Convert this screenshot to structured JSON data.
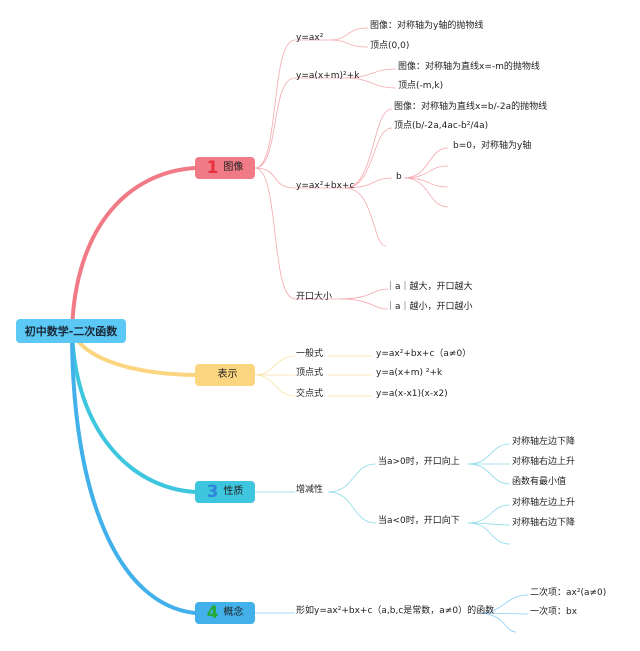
{
  "root": {
    "label": "初中数学-二次函数"
  },
  "branches": {
    "tuxiang": {
      "num": "1",
      "label": "图像"
    },
    "biaoshi": {
      "num": "",
      "label": "表示"
    },
    "xingzhi": {
      "num": "3",
      "label": "性质"
    },
    "gainian": {
      "num": "4",
      "label": "概念"
    }
  },
  "tuxiang": {
    "f1": {
      "label": "y=ax²",
      "c1": "图像：对称轴为y轴的抛物线",
      "c2": "顶点(0,0)"
    },
    "f2": {
      "label": "y=a(x+m)²+k",
      "c1": "图像：对称轴为直线x=-m的抛物线",
      "c2": "顶点(-m,k)"
    },
    "f3": {
      "label": "y=ax²+bx+c",
      "c1": "图像：对称轴为直线x=b/-2a的抛物线",
      "c2": "顶点(b/-2a,4ac-b²/4a)",
      "b": {
        "label": "b",
        "c1": "b=0，对称轴为y轴"
      }
    },
    "f4": {
      "label": "开口大小",
      "c1": "｜a｜越大，开口越大",
      "c2": "｜a｜越小，开口越小"
    }
  },
  "biaoshi": {
    "items": [
      {
        "label": "一般式",
        "value": "y=ax²+bx+c（a≠0）"
      },
      {
        "label": "顶点式",
        "value": "y=a(x+m) ²+k"
      },
      {
        "label": "交点式",
        "value": "y=a(x-x1)(x-x2)"
      }
    ]
  },
  "xingzhi": {
    "label": "增减性",
    "up": {
      "label": "当a>0时，开口向上",
      "c1": "对称轴左边下降",
      "c2": "对称轴右边上升",
      "c3": "函数有最小值"
    },
    "down": {
      "label": "当a<0时，开口向下",
      "c1": "对称轴左边上升",
      "c2": "对称轴右边下降"
    }
  },
  "gainian": {
    "label": "形如y=ax²+bx+c（a,b,c是常数，a≠0）的函数",
    "c1": "二次项：ax²(a≠0)",
    "c2": "一次项：bx"
  },
  "colors": {
    "root": "#5bc8f5",
    "tuxiang": "#f07a86",
    "biaoshi": "#fbd580",
    "xingzhi": "#3ec6df",
    "gainian": "#42b0ea",
    "num_red": "#e8323f",
    "num_blue": "#2f86d8",
    "num_green": "#27a83a"
  }
}
